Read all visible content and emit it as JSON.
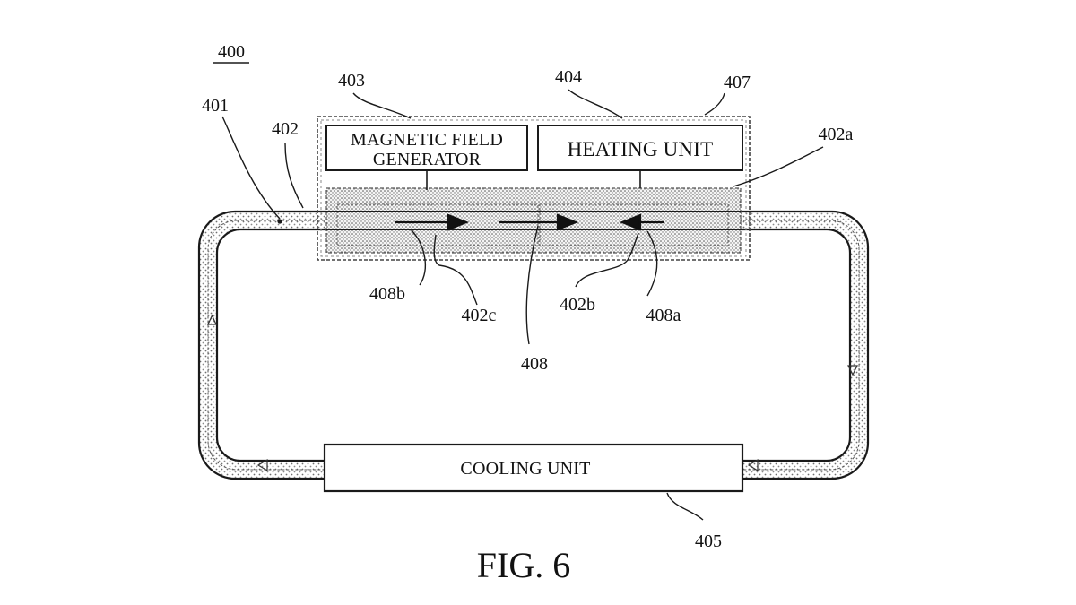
{
  "figure": {
    "ref_main": "400",
    "caption": "FIG. 6"
  },
  "boxes": {
    "magnetic_field_generator_line1": "MAGNETIC FIELD",
    "magnetic_field_generator_line2": "GENERATOR",
    "heating_unit": "HEATING UNIT",
    "cooling_unit": "COOLING UNIT"
  },
  "reference_labels": {
    "r401": "401",
    "r402": "402",
    "r403": "403",
    "r404": "404",
    "r407": "407",
    "r402a": "402a",
    "r408b": "408b",
    "r402c": "402c",
    "r408": "408",
    "r402b": "402b",
    "r408a": "408a",
    "r405": "405"
  },
  "colors": {
    "line": "#1a1a1a",
    "fill_pattern": "#7a7a7a",
    "background": "#ffffff"
  }
}
